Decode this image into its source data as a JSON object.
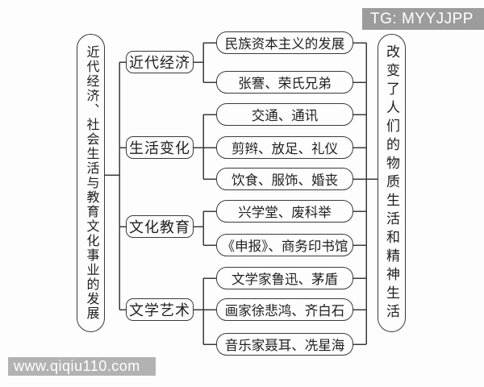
{
  "banner": {
    "text": "TG: MYYJJPP"
  },
  "watermark": {
    "text": "www.qiqiu110.com"
  },
  "diagram": {
    "root_label": "近代经济、社会生活与教育文化事业的发展",
    "conclusion_label": "改变了人们的物质生活和精神生活",
    "branches": [
      {
        "label": "近代经济",
        "children": [
          "民族资本主义的发展",
          "张謇、荣氏兄弟"
        ]
      },
      {
        "label": "生活变化",
        "children": [
          "交通、通讯",
          "剪辫、放足、礼仪",
          "饮食、服饰、婚丧"
        ]
      },
      {
        "label": "文化教育",
        "children": [
          "兴学堂、废科举",
          "《申报》、商务印书馆"
        ]
      },
      {
        "label": "文学艺术",
        "children": [
          "文学家鲁迅、茅盾",
          "画家徐悲鸿、齐白石",
          "音乐家聂耳、冼星海"
        ]
      }
    ],
    "colors": {
      "line": "#3a3a3a",
      "banner_bg": "#9c9c9c",
      "watermark_bg": "#b2b2b2",
      "text": "#1e1e1e"
    }
  }
}
